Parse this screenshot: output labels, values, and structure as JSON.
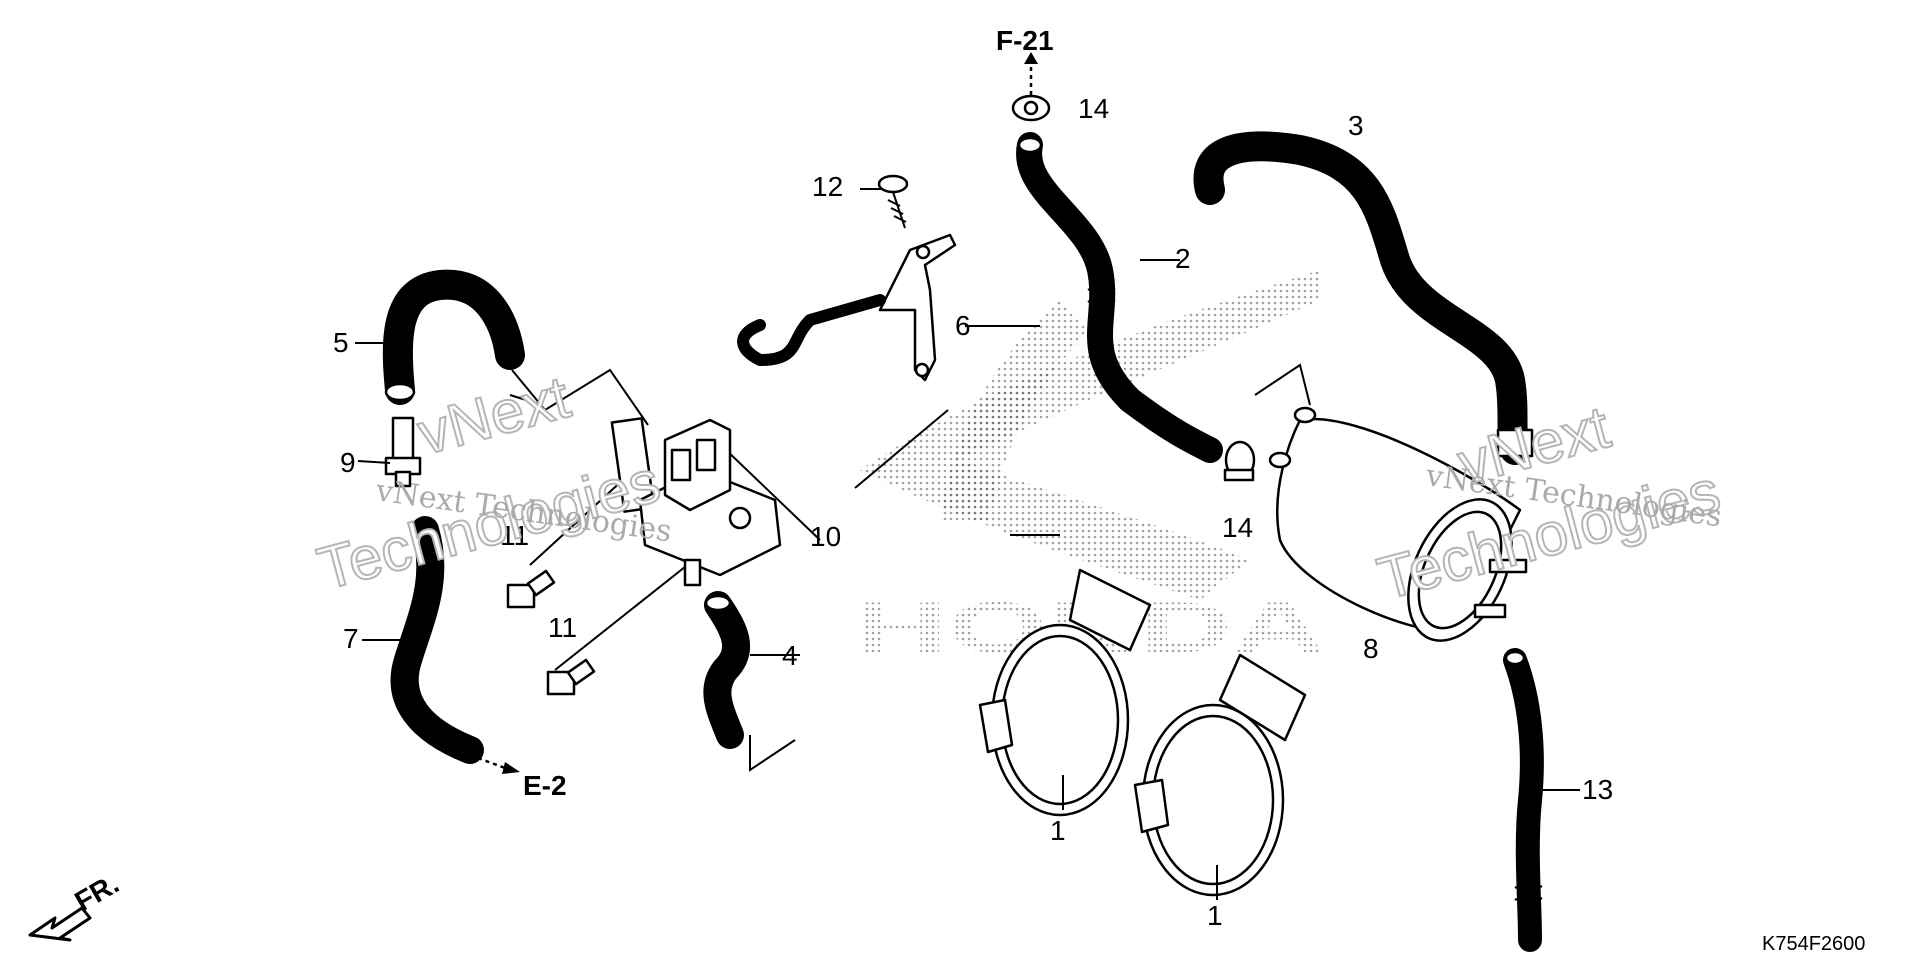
{
  "diagram": {
    "code": "K754F2600",
    "front_label": "FR.",
    "refs": {
      "top": "F-21",
      "bottom": "E-2"
    },
    "watermark": {
      "line1": "vNext",
      "line2": "Technologies",
      "small": "vNext Technologies"
    },
    "background_logo_text": "HONDA",
    "callouts": {
      "c1a": "1",
      "c1b": "1",
      "c2": "2",
      "c3": "3",
      "c4": "4",
      "c5": "5",
      "c6": "6",
      "c7": "7",
      "c8": "8",
      "c9": "9",
      "c10": "10",
      "c11a": "11",
      "c11b": "11",
      "c12": "12",
      "c13": "13",
      "c14a": "14",
      "c14b": "14"
    }
  }
}
